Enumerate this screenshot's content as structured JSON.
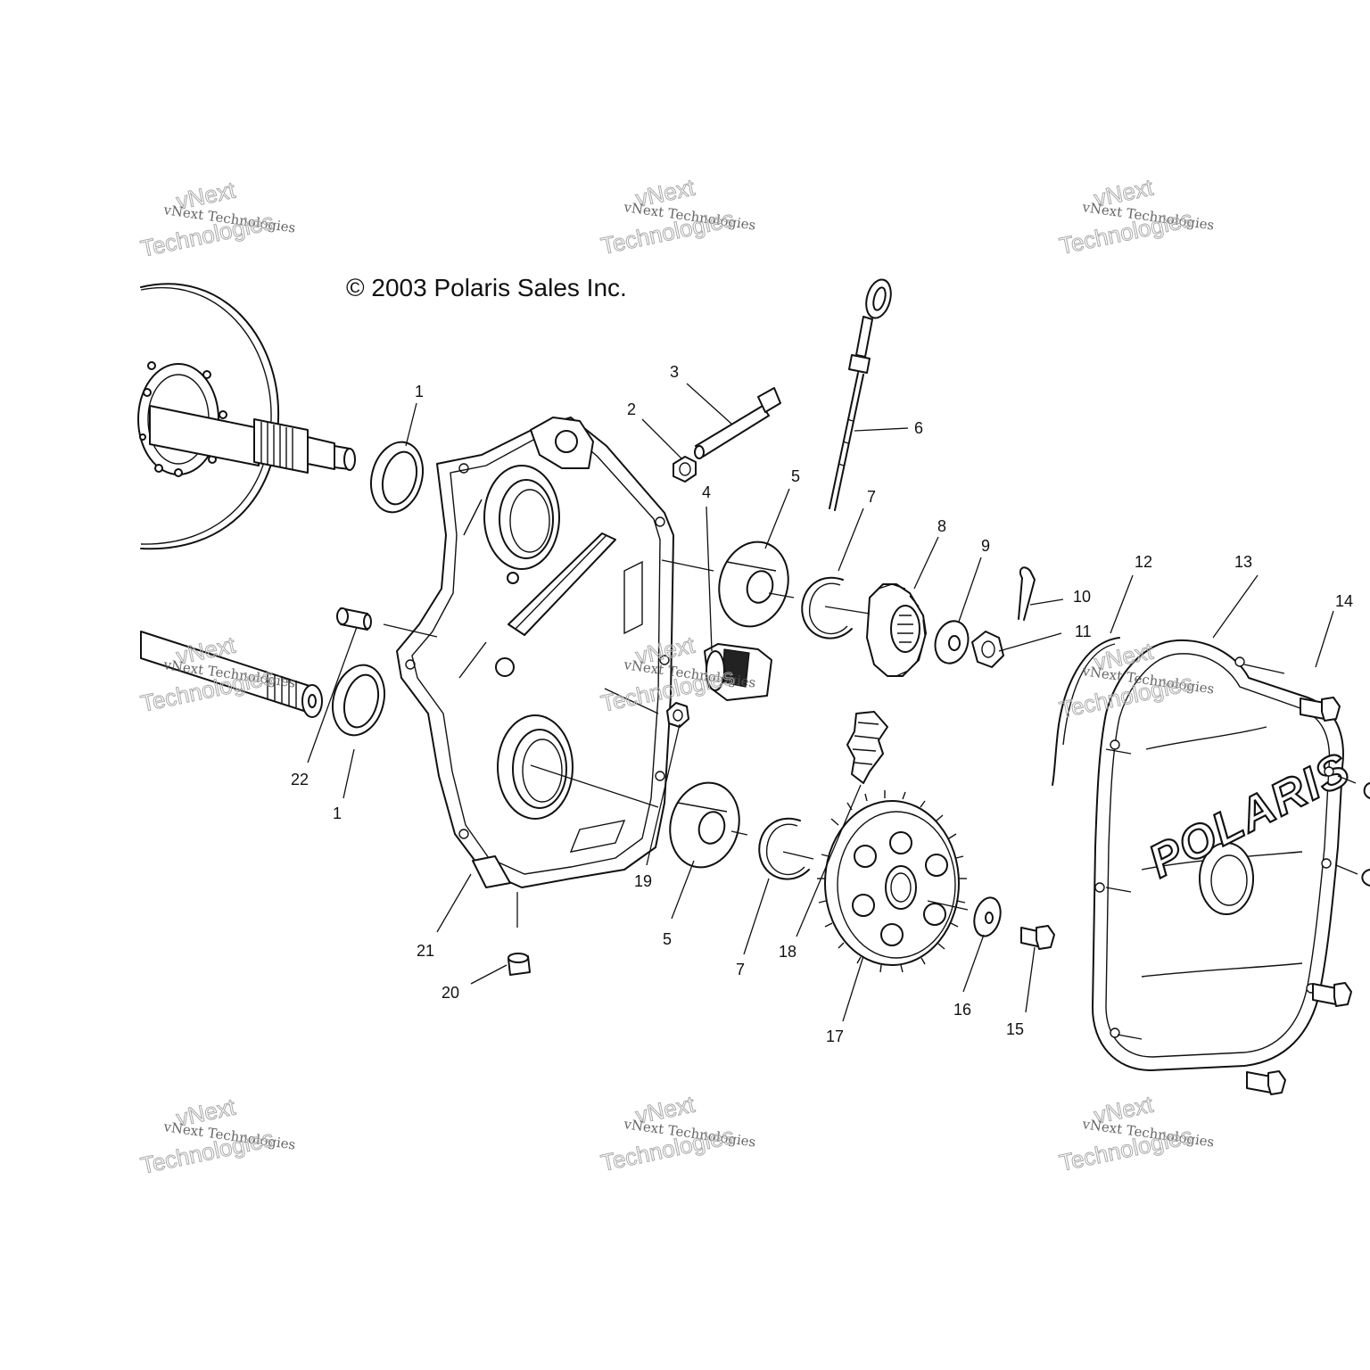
{
  "copyright": "© 2003 Polaris Sales Inc.",
  "brand_logo": "POLARIS",
  "watermark": {
    "line1": "vNext Technologies",
    "line2": "vNext",
    "line3": "Technologies"
  },
  "callouts": {
    "c1a": "1",
    "c1b": "1",
    "c2": "2",
    "c3": "3",
    "c4": "4",
    "c5a": "5",
    "c5b": "5",
    "c6": "6",
    "c7a": "7",
    "c7b": "7",
    "c8": "8",
    "c9": "9",
    "c10": "10",
    "c11": "11",
    "c12": "12",
    "c13": "13",
    "c14": "14",
    "c15": "15",
    "c16": "16",
    "c17": "17",
    "c18": "18",
    "c19": "19",
    "c20": "20",
    "c21": "21",
    "c22": "22"
  }
}
